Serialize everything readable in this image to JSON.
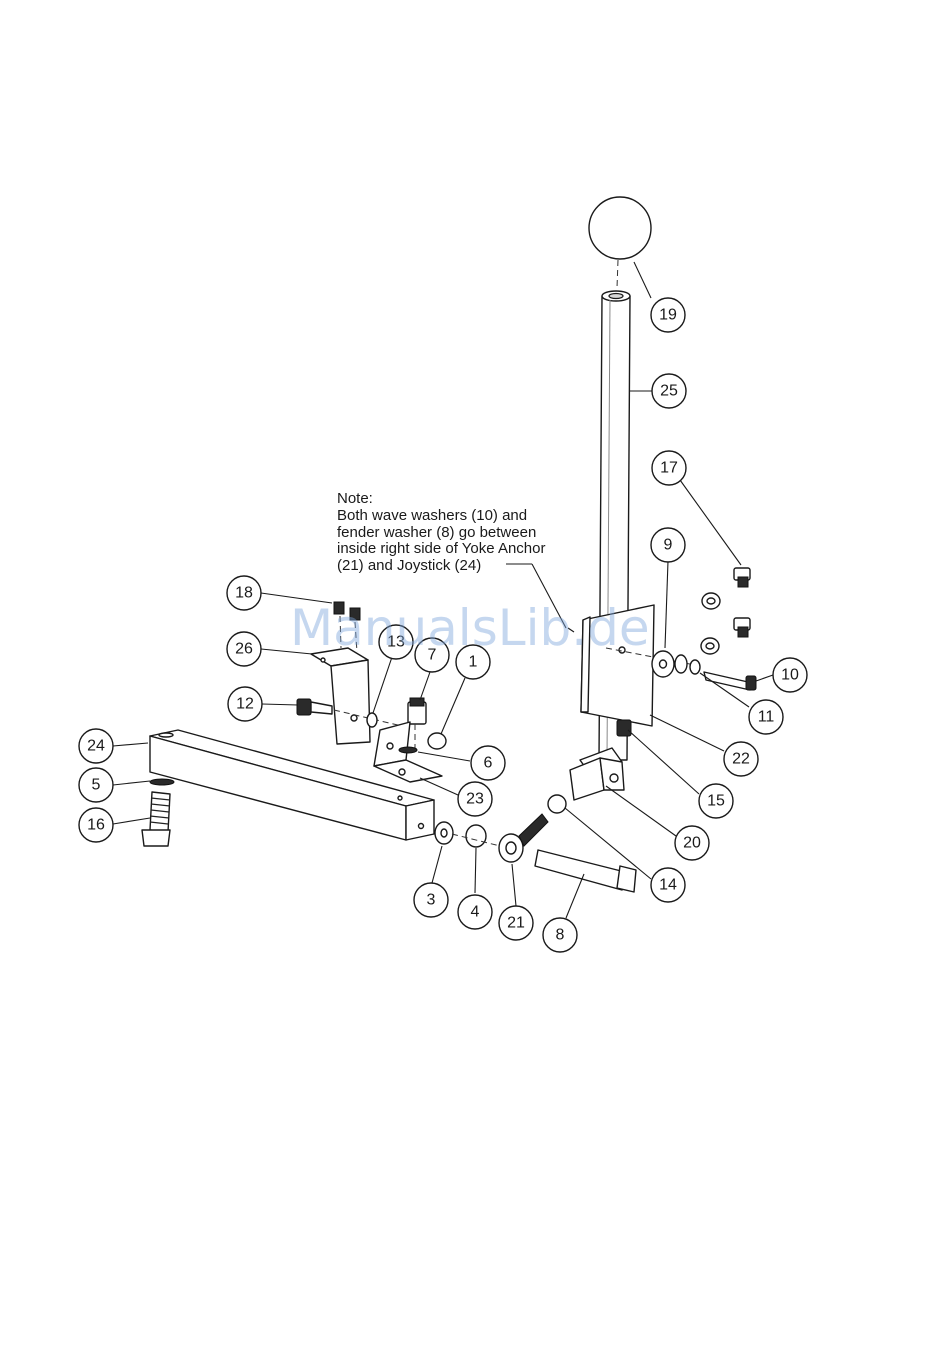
{
  "note": {
    "lines": [
      "Note:",
      "Both wave washers (10) and",
      "fender washer (8) go between",
      "inside right side of Yoke Anchor",
      "(21) and Joystick (24)"
    ]
  },
  "watermark": "ManualsLib.de",
  "callouts": [
    {
      "label": "19"
    },
    {
      "label": "25"
    },
    {
      "label": "17"
    },
    {
      "label": "9"
    },
    {
      "label": "18"
    },
    {
      "label": "26"
    },
    {
      "label": "13"
    },
    {
      "label": "7"
    },
    {
      "label": "1"
    },
    {
      "label": "10"
    },
    {
      "label": "12"
    },
    {
      "label": "11"
    },
    {
      "label": "24"
    },
    {
      "label": "6"
    },
    {
      "label": "22"
    },
    {
      "label": "5"
    },
    {
      "label": "23"
    },
    {
      "label": "15"
    },
    {
      "label": "16"
    },
    {
      "label": "20"
    },
    {
      "label": "14"
    },
    {
      "label": "3"
    },
    {
      "label": "4"
    },
    {
      "label": "21"
    },
    {
      "label": "8"
    }
  ]
}
